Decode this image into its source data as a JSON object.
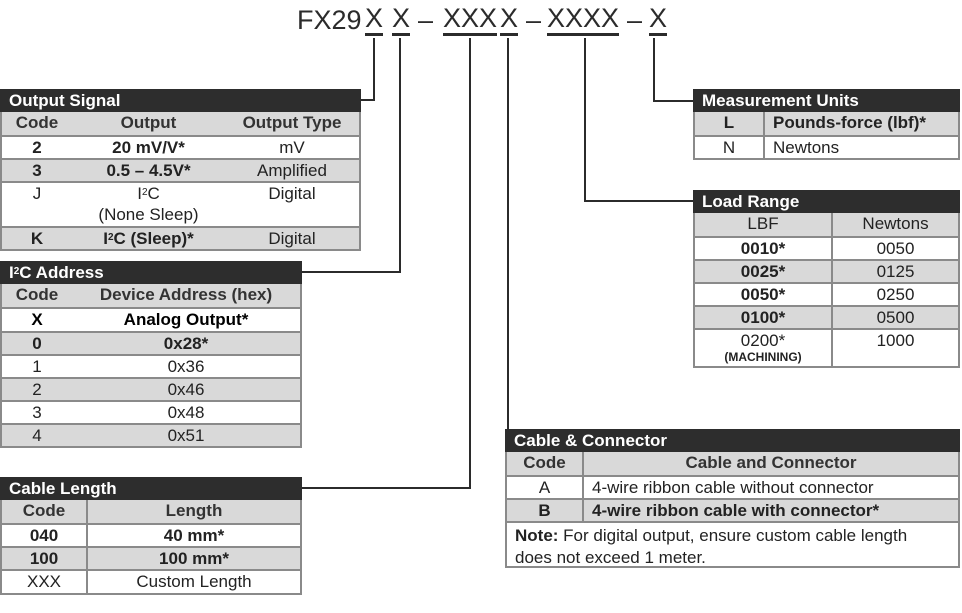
{
  "part_number": {
    "prefix": "FX29",
    "segments": [
      "X",
      "X",
      "–",
      "XXX",
      "X",
      "–",
      "XXXX",
      "–",
      "X"
    ]
  },
  "output_signal": {
    "title": "Output Signal",
    "columns": [
      "Code",
      "Output",
      "Output Type"
    ],
    "rows": [
      {
        "code": "2",
        "output": "20 mV/V*",
        "type": "mV",
        "bold": true
      },
      {
        "code": "3",
        "output": "0.5 – 4.5V*",
        "type": "Amplified",
        "bold": true
      },
      {
        "code": "J",
        "output_pre": "I",
        "output_sup": "2",
        "output_post": "C",
        "output_line2": "(None Sleep)",
        "type": "Digital",
        "bold": false
      },
      {
        "code": "K",
        "output_pre": "I",
        "output_sup": "2",
        "output_post": "C (Sleep)*",
        "type": "Digital",
        "bold": true
      }
    ]
  },
  "i2c_address": {
    "title_pre": "I",
    "title_sup": "2",
    "title_post": "C Address",
    "columns": [
      "Code",
      "Device Address (hex)"
    ],
    "rows": [
      {
        "code": "X",
        "address": "Analog Output*",
        "bold": true
      },
      {
        "code": "0",
        "address": "0x28*",
        "bold": true
      },
      {
        "code": "1",
        "address": "0x36",
        "bold": false
      },
      {
        "code": "2",
        "address": "0x46",
        "bold": false
      },
      {
        "code": "3",
        "address": "0x48",
        "bold": false
      },
      {
        "code": "4",
        "address": "0x51",
        "bold": false
      }
    ]
  },
  "cable_length": {
    "title": "Cable Length",
    "columns": [
      "Code",
      "Length"
    ],
    "rows": [
      {
        "code": "040",
        "length": "40 mm*",
        "bold": true
      },
      {
        "code": "100",
        "length": "100 mm*",
        "bold": true
      },
      {
        "code": "XXX",
        "length": "Custom Length",
        "bold": false
      }
    ]
  },
  "measurement_units": {
    "title": "Measurement Units",
    "rows": [
      {
        "code": "L",
        "unit": "Pounds-force (lbf)*",
        "bold": true
      },
      {
        "code": "N",
        "unit": "Newtons",
        "bold": false
      }
    ]
  },
  "load_range": {
    "title": "Load Range",
    "columns": [
      "LBF",
      "Newtons"
    ],
    "rows": [
      {
        "lbf": "0010*",
        "newtons": "0050",
        "bold": true
      },
      {
        "lbf": "0025*",
        "newtons": "0125",
        "bold": true
      },
      {
        "lbf": "0050*",
        "newtons": "0250",
        "bold": true
      },
      {
        "lbf": "0100*",
        "newtons": "0500",
        "bold": true
      },
      {
        "lbf": "0200*",
        "lbf_note": "(MACHINING)",
        "newtons": "1000",
        "bold": false
      }
    ]
  },
  "cable_connector": {
    "title": "Cable & Connector",
    "columns": [
      "Code",
      "Cable and Connector"
    ],
    "rows": [
      {
        "code": "A",
        "desc": "4-wire ribbon cable without connector",
        "bold": false
      },
      {
        "code": "B",
        "desc": "4-wire ribbon cable with connector*",
        "bold": true
      }
    ],
    "note_label": "Note:",
    "note_text": " For digital output, ensure custom cable length does not exceed 1 meter."
  }
}
